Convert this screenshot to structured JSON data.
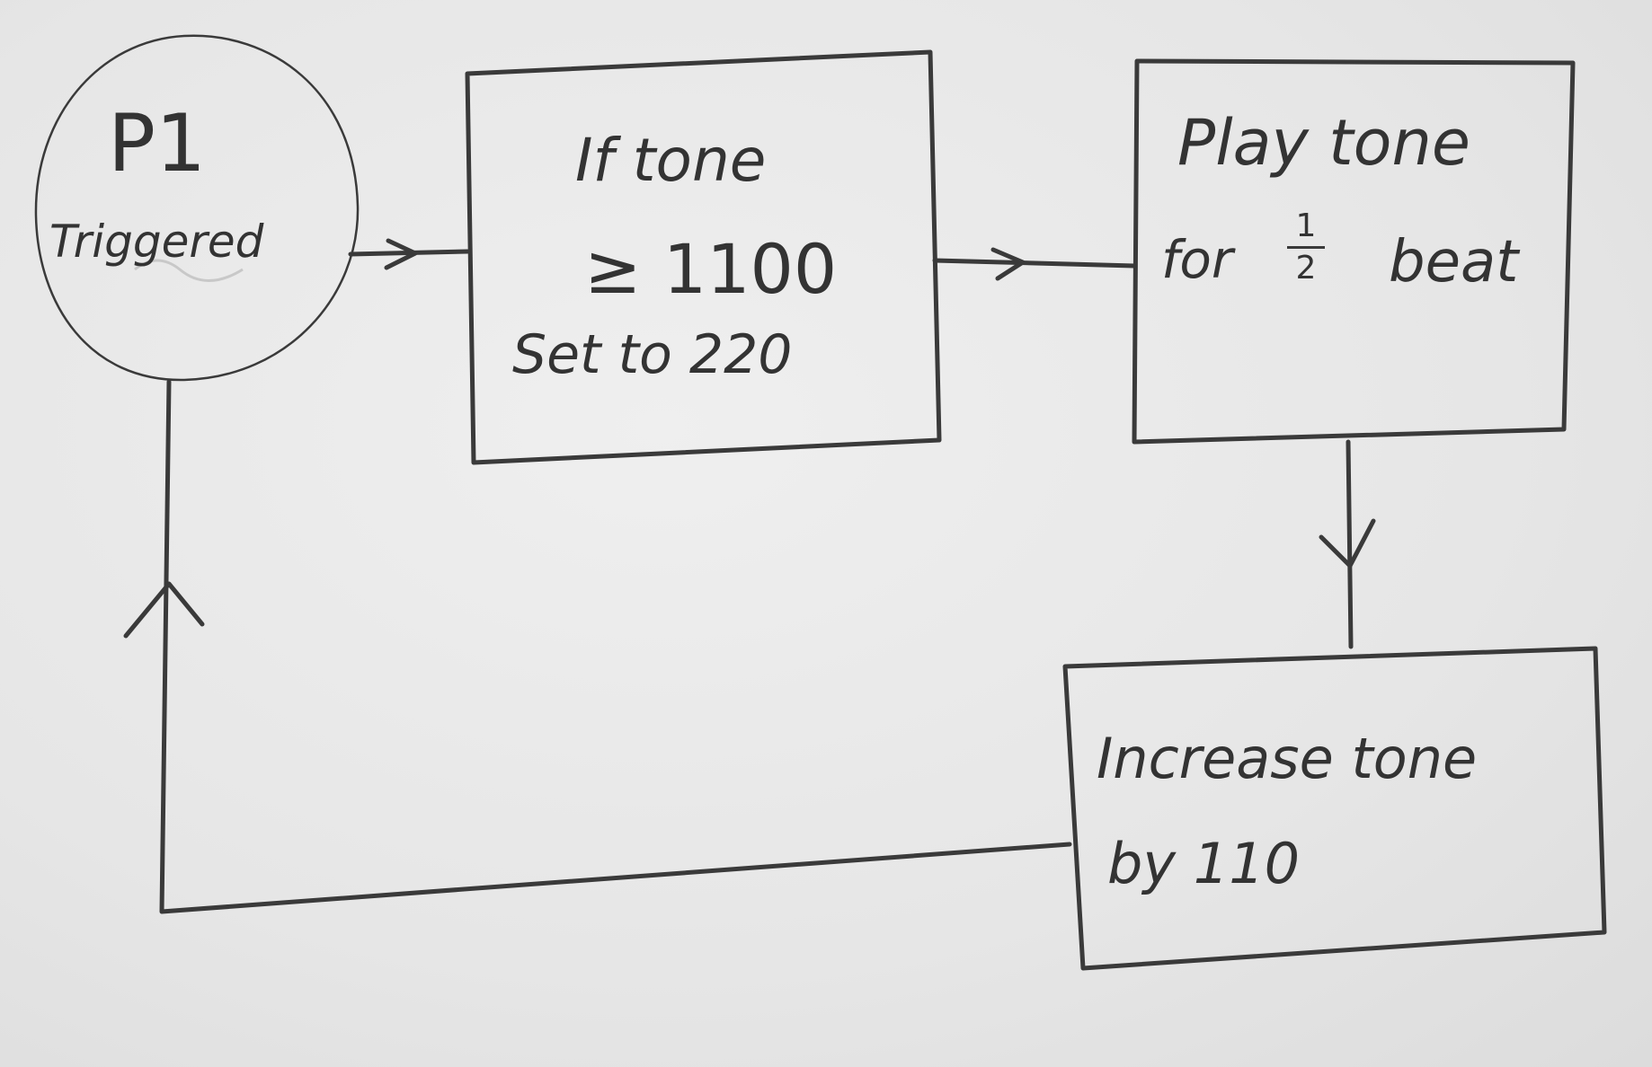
{
  "nodes": {
    "start": {
      "title": "P1",
      "subtitle": "Triggered"
    },
    "check": {
      "line1": "If tone",
      "line2": "≥ 1100",
      "line3": "Set to 220"
    },
    "play": {
      "line1": "Play tone",
      "line2_pre": "for",
      "fraction_num": "1",
      "fraction_den": "2",
      "line2_post": "beat"
    },
    "increase": {
      "line1": "Increase tone",
      "line2": "by 110"
    }
  },
  "colors": {
    "ink": "#3a3a3a",
    "paper": "#e9e9e9"
  }
}
